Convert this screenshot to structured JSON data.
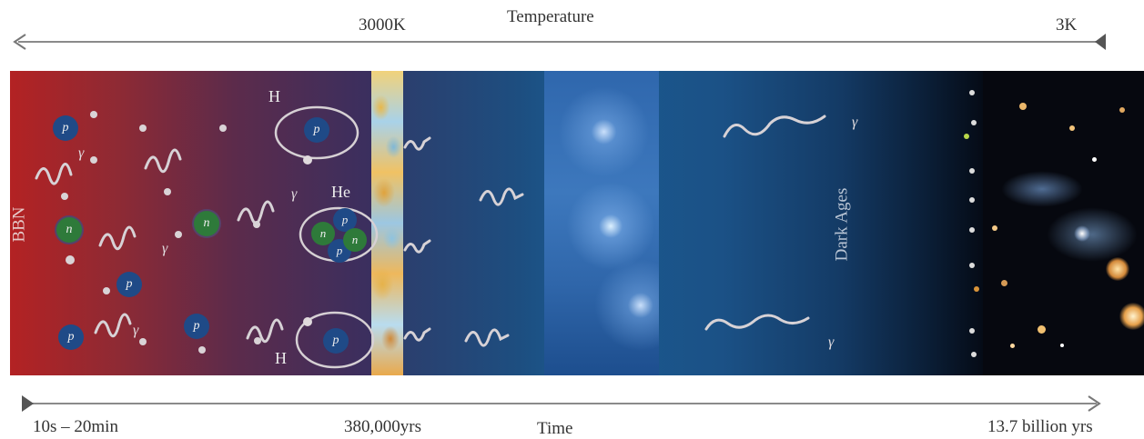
{
  "temperature_axis": {
    "title": "Temperature",
    "labels": [
      "3000K",
      "3K"
    ]
  },
  "time_axis": {
    "title": "Time",
    "labels": [
      "10s – 20min",
      "380,000yrs",
      "13.7 billion yrs"
    ]
  },
  "panels": {
    "bbn_label": "BBN",
    "dark_ages_label": "Dark Ages"
  },
  "particles": {
    "proton": "p",
    "neutron": "n",
    "photon": "γ",
    "hydrogen": "H",
    "helium": "He"
  },
  "colors": {
    "early_universe_red": "#b32223",
    "proton_blue": "#1f4a87",
    "neutron_green": "#2e7a3a",
    "dark_ages": "#0b1f38"
  }
}
